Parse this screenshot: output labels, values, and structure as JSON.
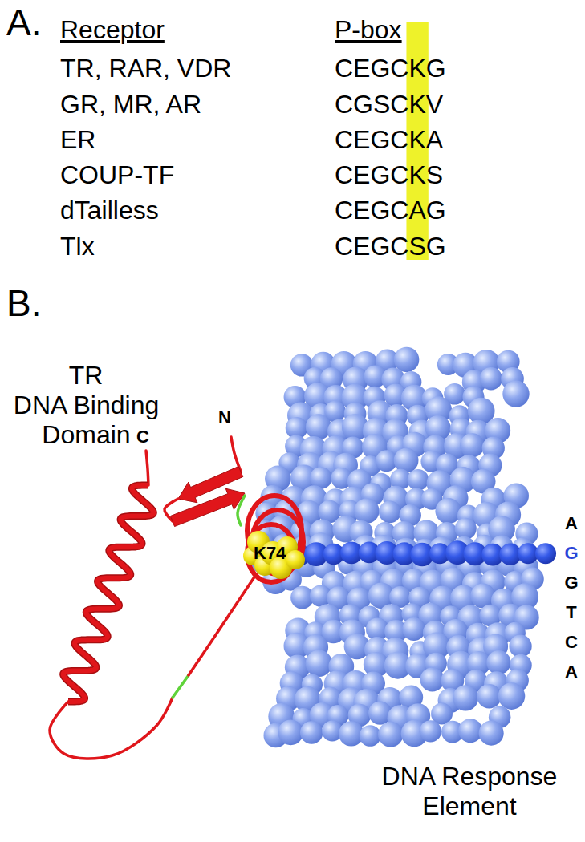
{
  "diagram": {
    "labels": [
      "A.",
      "Receptor",
      "P-box",
      "TR, RAR, VDR",
      "CEGCKG",
      "GR, MR, AR",
      "CGSCKV",
      "ER",
      "CEGCKA",
      "COUP-TF",
      "CEGCKS",
      "dTailless",
      "CEGCAG",
      "Tlx",
      "CEGCSG",
      "B.",
      "TR",
      "DNA Binding Domain",
      "N",
      "C",
      "K74",
      "DNA Response Element",
      "A",
      "G",
      "G",
      "T",
      "C",
      "A"
    ]
  }
}
